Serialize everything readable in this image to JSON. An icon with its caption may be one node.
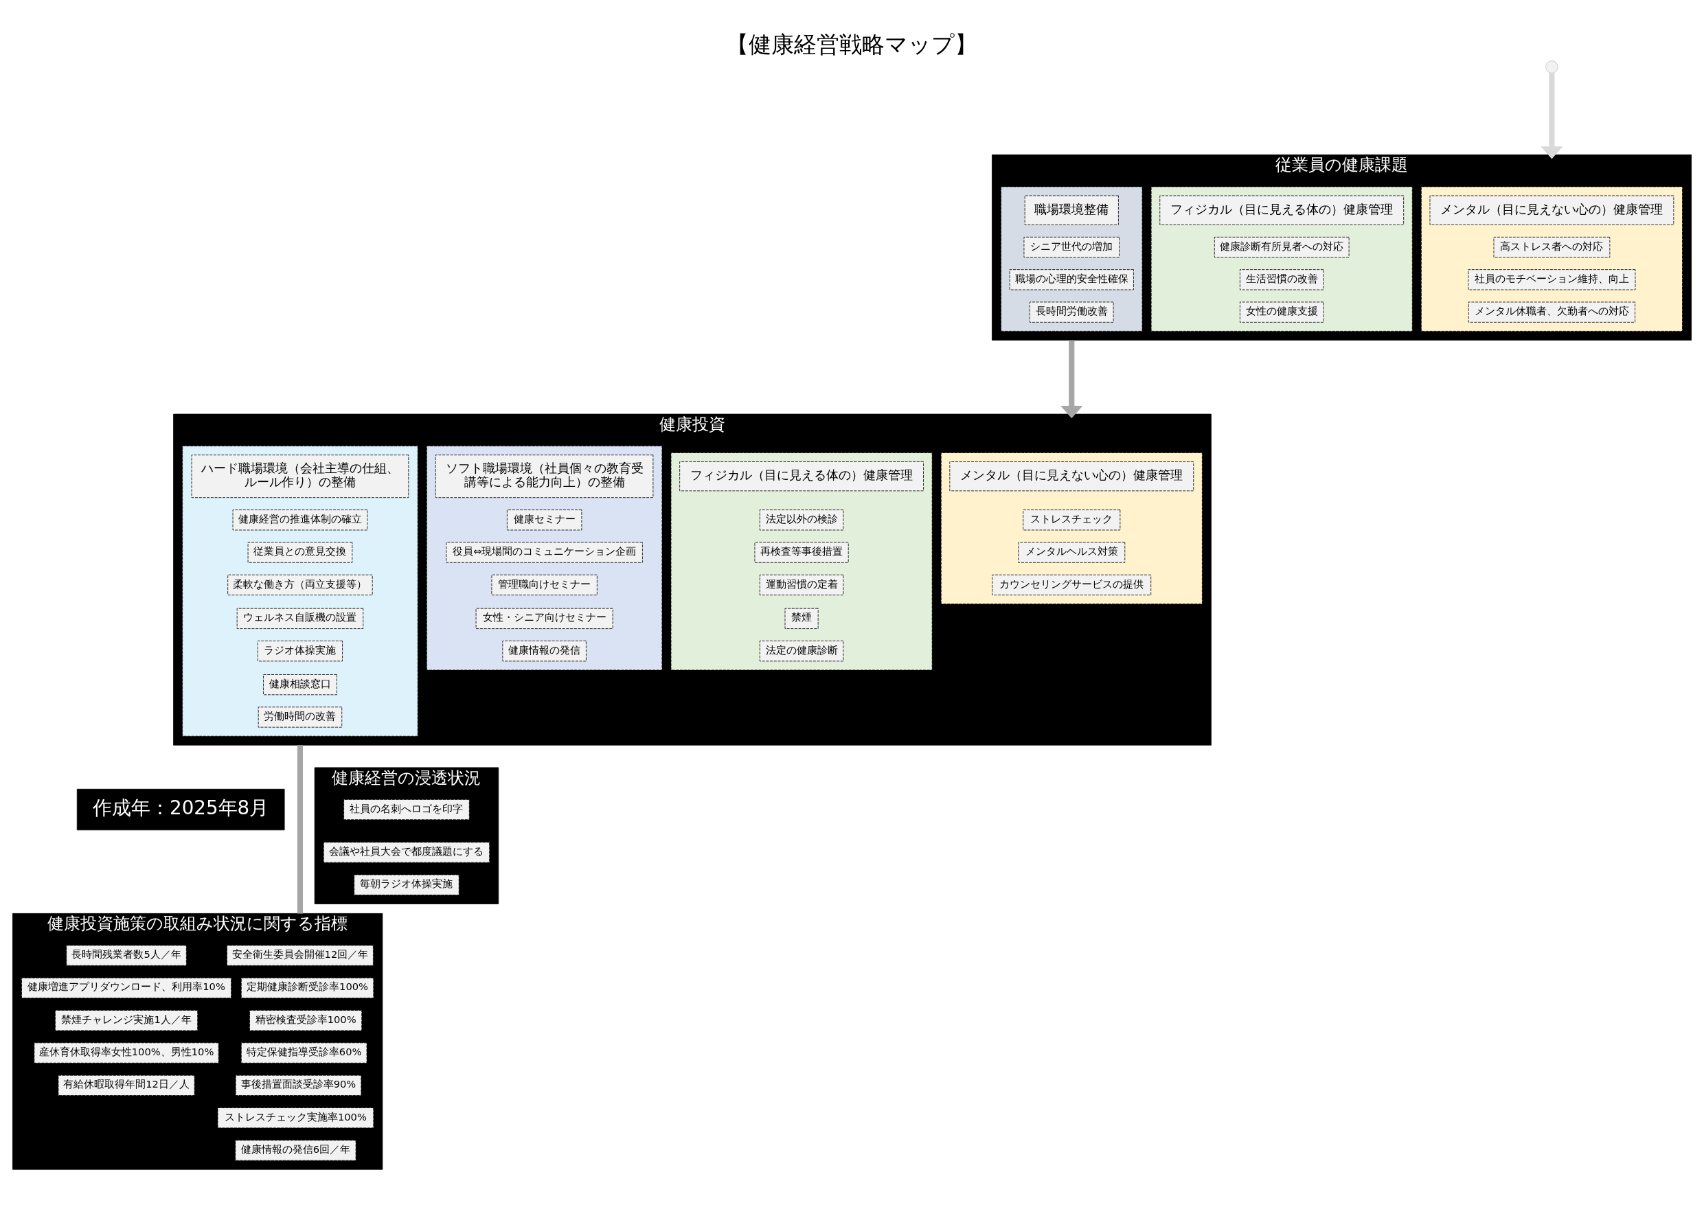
{
  "diagram": {
    "title": "【健康経営戦略マップ】",
    "nodes": [
      {
        "text": [
          "作成年：2025年8月"
        ]
      },
      {
        "text": [
          "健康投資"
        ]
      },
      {
        "text": [],
        "shape": "box",
        "in": 1
      },
      {
        "text": [
          "メンタル（目に見えない心の）健康管理"
        ],
        "in": 2
      },
      {
        "text": [
          "ストレスチェック"
        ],
        "in": 2
      },
      {
        "text": [
          "メンタルヘルス対策"
        ],
        "in": 2
      },
      {
        "text": [
          "カウンセリングサービスの提供"
        ],
        "in": 2
      },
      {
        "text": [],
        "shape": "box",
        "in": 1
      },
      {
        "text": [
          "フィジカル（目に見える体の）健康管理"
        ],
        "in": 7
      },
      {
        "text": [
          "法定以外の検診"
        ],
        "in": 7
      },
      {
        "text": [
          "再検査等事後措置"
        ],
        "in": 7
      },
      {
        "text": [
          "運動習慣の定着"
        ],
        "in": 7
      },
      {
        "text": [
          "禁煙"
        ],
        "in": 7
      },
      {
        "text": [
          "法定の健康診断"
        ],
        "in": 7
      },
      {
        "text": [],
        "shape": "box",
        "in": 1
      },
      {
        "text": [
          "ソフト職場環境（社員個々の教育受講等による能力向上）の整備"
        ],
        "in": 14
      },
      {
        "text": [
          "健康セミナー"
        ],
        "in": 14
      },
      {
        "text": [
          "役員⇔現場間のコミュニケーション企画"
        ],
        "in": 14
      },
      {
        "text": [
          "管理職向けセミナー"
        ],
        "in": 14
      },
      {
        "text": [
          "女性・シニア向けセミナー"
        ],
        "in": 14
      },
      {
        "text": [
          "健康情報の発信"
        ],
        "in": 14
      },
      {
        "text": [],
        "shape": "box",
        "in": 1
      },
      {
        "text": [
          "ハード職場環境（会社主導の仕組、ルール作り）の整備"
        ],
        "in": 21
      },
      {
        "text": [
          "健康経営の推進体制の確立"
        ],
        "in": 21
      },
      {
        "text": [
          "従業員との意見交換"
        ],
        "in": 21
      },
      {
        "text": [
          "柔軟な働き方（両立支援等）"
        ],
        "in": 21
      },
      {
        "text": [
          "ウェルネス自販機の設置"
        ],
        "in": 21
      },
      {
        "text": [
          "ラジオ体操実施"
        ],
        "in": 21
      },
      {
        "text": [
          "健康相談窓口"
        ],
        "in": 21
      },
      {
        "text": [
          "労働時間の改善"
        ],
        "in": 21
      },
      {
        "text": [
          "健康投資施策の取組み状況に関する指標"
        ]
      },
      {
        "text": [
          "安全衛生委員会開催12回／年"
        ],
        "in": 30
      },
      {
        "text": [
          "定期健康診断受診率100%"
        ],
        "in": 30
      },
      {
        "text": [
          "精密検査受診率100%"
        ],
        "in": 30
      },
      {
        "text": [
          "特定保健指導受診率60%"
        ],
        "in": 30
      },
      {
        "text": [
          "事後措置面談受診率90%"
        ],
        "in": 30
      },
      {
        "text": [
          "ストレスチェック実施率100%"
        ],
        "in": 30
      },
      {
        "text": [
          "健康情報の発信6回／年"
        ],
        "in": 30
      },
      {
        "text": [
          "長時間残業者数5人／年"
        ],
        "in": 30
      },
      {
        "text": [
          "健康増進アプリダウンロード、利用率10%"
        ],
        "in": 30
      },
      {
        "text": [
          "禁煙チャレンジ実施1人／年"
        ],
        "in": 30
      },
      {
        "text": [
          "産休育休取得率女性100%、男性10%"
        ],
        "in": 30
      },
      {
        "text": [
          "有給休暇取得年間12日／人"
        ],
        "in": 30
      },
      {
        "text": [
          "健康経営の浸透状況"
        ]
      },
      {
        "text": [
          "社員の名刺へロゴを印字"
        ],
        "in": 43
      },
      {
        "text": [
          "会議や社員大会で都度議題にする"
        ],
        "in": 43
      },
      {
        "text": [
          "毎朝ラジオ体操実施"
        ],
        "in": 43
      },
      {
        "text": [
          "従業員の健康課題"
        ]
      },
      {
        "text": [],
        "shape": "box",
        "in": 47
      },
      {
        "text": [
          "メンタル（目に見えない心の）健康管理"
        ],
        "in": 48
      },
      {
        "text": [
          "高ストレス者への対応"
        ],
        "in": 48
      },
      {
        "text": [
          "社員のモチベーション維持、向上"
        ],
        "in": 48
      },
      {
        "text": [
          "メンタル休職者、欠勤者への対応"
        ],
        "in": 48
      },
      {
        "text": [],
        "shape": "box",
        "in": 47
      },
      {
        "text": [
          "フィジカル（目に見える体の）健康管理"
        ],
        "in": 53
      },
      {
        "text": [
          "健康診断有所見者への対応"
        ],
        "in": 53
      },
      {
        "text": [
          "生活習慣の改善"
        ],
        "in": 53
      },
      {
        "text": [
          "女性の健康支援"
        ],
        "in": 53
      },
      {
        "text": [],
        "shape": "box",
        "in": 47
      },
      {
        "text": [
          "職場環境整備"
        ],
        "in": 58
      },
      {
        "text": [
          "シニア世代の増加"
        ],
        "in": 58
      },
      {
        "text": [
          "職場の心理的安全性確保"
        ],
        "in": 58
      },
      {
        "text": [
          "長時間労働改善"
        ],
        "in": 58
      }
    ],
    "edges": [
      {
        "from": null,
        "to": 47,
        "arrow": "to",
        "color": "#d9d9d9"
      },
      {
        "from": 47,
        "to": 1,
        "arrow": "to"
      },
      {
        "from": 1,
        "to": 30,
        "arrow": "none"
      }
    ]
  }
}
